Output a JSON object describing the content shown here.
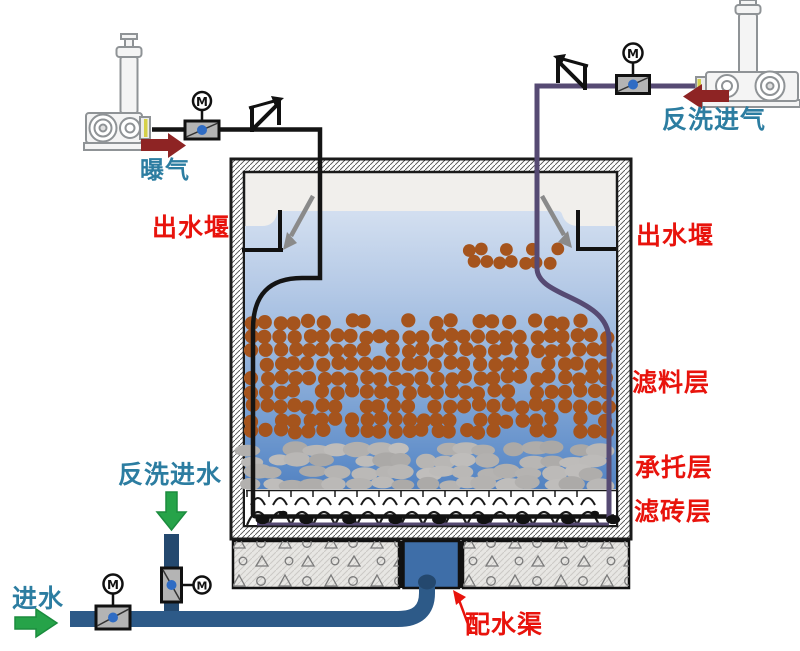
{
  "labels": {
    "aeration": "曝气",
    "backwash_air_inlet": "反洗进气",
    "outlet_weir_left": "出水堰",
    "outlet_weir_right": "出水堰",
    "filter_media_layer": "滤料层",
    "support_layer": "承托层",
    "filter_brick_layer": "滤砖层",
    "backwash_water_inlet": "反洗进水",
    "water_inlet": "进水",
    "distribution_channel": "配水渠"
  },
  "symbols": {
    "motor_letter": "M"
  },
  "icons": {
    "blower_left": "roots-blower-icon",
    "blower_right": "roots-blower-icon",
    "motor_valve": "motor-valve-icon",
    "check_valve": "check-valve-icon",
    "flow_arrow": "flow-arrow-icon",
    "weir_pointer": "weir-pointer-icon"
  },
  "colors": {
    "label_red": "#e8130c",
    "label_teal": "#2c7da1",
    "arrow_dark_red": "#8e2424",
    "arrow_green": "#26a349",
    "arrow_green_edge": "#1b8c3e",
    "pipe_air_black": "#141414",
    "pipe_backwash_air_purple": "#564a73",
    "pipe_water_blue": "#2d5a88",
    "pipe_backwash_water_navy": "#24496f",
    "pipe_cap_navy": "#24486e",
    "media_brown": "#a5541d",
    "stone_gray": "#b6b4b2",
    "channel_blue": "#3e6ea8",
    "water_surface": "#d3dff0",
    "water_deep": "#4273b4",
    "freeboard_gray": "#f1efec",
    "valve_body_gray": "#b4b4b4",
    "valve_dot_blue": "#2f6cc4",
    "weir_arrow_gray": "#8a8a8a"
  }
}
